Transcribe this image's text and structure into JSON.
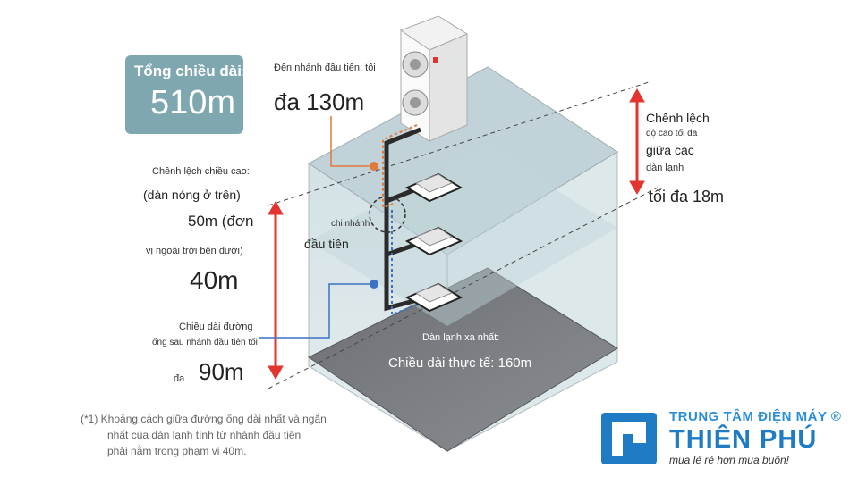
{
  "total_box": {
    "title": "Tổng chiều dài:",
    "value": "510m"
  },
  "first_branch_note": {
    "caption": "Đến nhánh đầu tiên: tối",
    "value": "đa 130m"
  },
  "height_outdoor_above": {
    "line1": "Chênh lệch chiều cao:",
    "line2": "(dàn nóng ở trên)",
    "line3": "50m (đơn",
    "line4": "vị ngoài trời bên dưới)",
    "value": "40m"
  },
  "pipe_after_branch": {
    "line1": "Chiều dài đường",
    "line2": "ống sau nhánh đầu tiên tối",
    "prefix": "đa",
    "value": "90m"
  },
  "first_branch_label": {
    "small": "chi nhánh",
    "main": "đầu tiên"
  },
  "indoor_height_diff": {
    "line1": "Chênh lệch",
    "line2": "độ cao tối đa",
    "line3": "giữa các",
    "line4": "dàn lạnh",
    "value": "tối đa 18m"
  },
  "farthest_unit": {
    "caption": "Dàn lạnh xa nhất:",
    "value": "Chiều dài thực tế: 160m"
  },
  "footnote": {
    "line1": "(*1) Khoảng cách giữa đường ống dài nhất và ngắn",
    "line2": "nhất của dàn lạnh tính từ nhánh đầu tiên",
    "line3": "phải nằm trong phạm vi 40m."
  },
  "brand": {
    "line1": "TRUNG TÂM ĐIỆN MÁY ®",
    "line2": "THIÊN PHÚ",
    "line3": "mua lẻ rẻ hơn mua buôn!"
  },
  "colors": {
    "red_arrow": "#e3342f",
    "orange_pipe": "#e07a3a",
    "blue_pipe": "#3a72c4",
    "box_teal": "#7fa7b0",
    "brand_blue": "#1f7cc4"
  },
  "icons": [
    "outdoor-unit-icon",
    "cassette-unit-icon",
    "brand-logo-icon"
  ]
}
